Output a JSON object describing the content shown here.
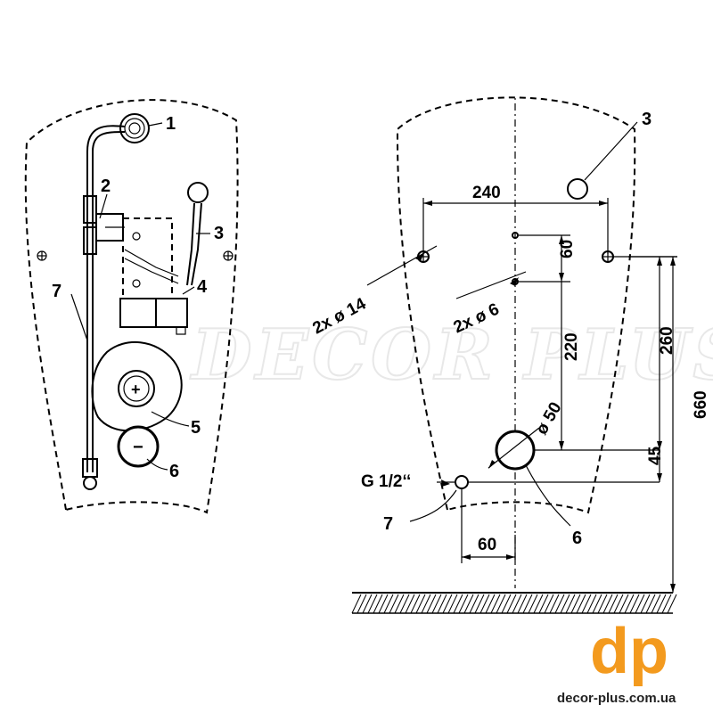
{
  "watermark": "DECOR PLUS",
  "left_view": {
    "callouts": [
      "1",
      "2",
      "3",
      "4",
      "5",
      "6",
      "7"
    ],
    "symbols": {
      "plus": "+",
      "minus": "−"
    }
  },
  "right_view": {
    "callouts": [
      "3",
      "6",
      "7"
    ],
    "dimensions": {
      "width_holes": "240",
      "big_holes": "2x ø 14",
      "small_holes": "2x ø 6",
      "small_spacing": "60",
      "drain_from_small": "220",
      "drain_from_big": "260",
      "total_height": "660",
      "drain_to_inlet": "45",
      "drain_diameter": "ø 50",
      "inlet_thread": "G 1/2‘‘",
      "inlet_offset": "60"
    }
  },
  "logo": {
    "letters": "dp",
    "url": "decor-plus.com.ua",
    "color": "#f39a1e"
  }
}
